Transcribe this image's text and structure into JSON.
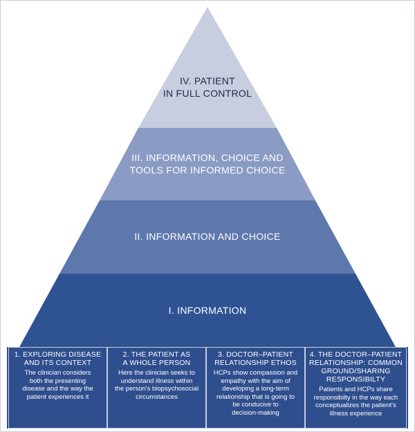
{
  "pyramid": {
    "levels": [
      {
        "id": "iv",
        "line1": "IV. PATIENT",
        "line2": "IN FULL CONTROL"
      },
      {
        "id": "iii",
        "line1": "III. INFORMATION, CHOICE AND",
        "line2": "TOOLS FOR INFORMED CHOICE"
      },
      {
        "id": "ii",
        "line1": "II. INFORMATION AND CHOICE"
      },
      {
        "id": "i",
        "line1": "I. INFORMATION"
      }
    ],
    "colors": {
      "level_iv": "#c8cde0",
      "level_iii": "#8a9bc4",
      "level_ii": "#5e78ad",
      "level_i": "#2f5392",
      "boxes": "#2e4e8e"
    }
  },
  "boxes": [
    {
      "title_line1": "1. EXPLORING DISEASE",
      "title_line2": "AND ITS CONTEXT",
      "desc_line1": "The clinician considers",
      "desc_line2": "both the presenting",
      "desc_line3": "disease and the way the",
      "desc_line4": "patient experiences it"
    },
    {
      "title_line1": "2. THE PATIENT AS",
      "title_line2": "A WHOLE PERSON",
      "desc_line1": "Here the clinician seeks to",
      "desc_line2": "understand illness within",
      "desc_line3": "the person's biopsychosocial",
      "desc_line4": "circumstances"
    },
    {
      "title_line1": "3. DOCTOR–PATIENT",
      "title_line2": "RELATIONSHIP ETHOS",
      "desc_line1": "HCPs show compassion and",
      "desc_line2": "empathy with the aim of",
      "desc_line3": "developing a long-term",
      "desc_line4": "relationship that is going to",
      "desc_line5": "be conducive to",
      "desc_line6": "decision-making"
    },
    {
      "title_line1": "4. THE DOCTOR–PATIENT",
      "title_line2": "RELATIONSHIP: COMMON",
      "title_line3": "GROUND/SHARING",
      "title_line4": "RESPONSIBILTY",
      "desc_line1": "Patients and HCPs share",
      "desc_line2": "responsibilty in the way each",
      "desc_line3": "conceptualizes the patient's",
      "desc_line4": "illness experience"
    }
  ]
}
